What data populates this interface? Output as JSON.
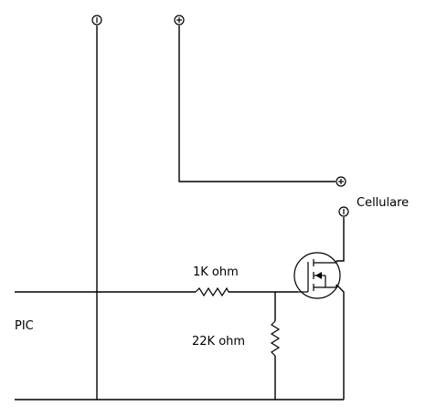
{
  "labels": {
    "pic": "PIC",
    "phone": "Cellulare",
    "r1": "1K ohm",
    "r2": "22K ohm"
  },
  "terminals": {
    "top_left": {
      "symbol": "minus"
    },
    "top_right": {
      "symbol": "plus"
    },
    "phone_plus": {
      "symbol": "plus"
    },
    "phone_minus": {
      "symbol": "minus"
    }
  }
}
